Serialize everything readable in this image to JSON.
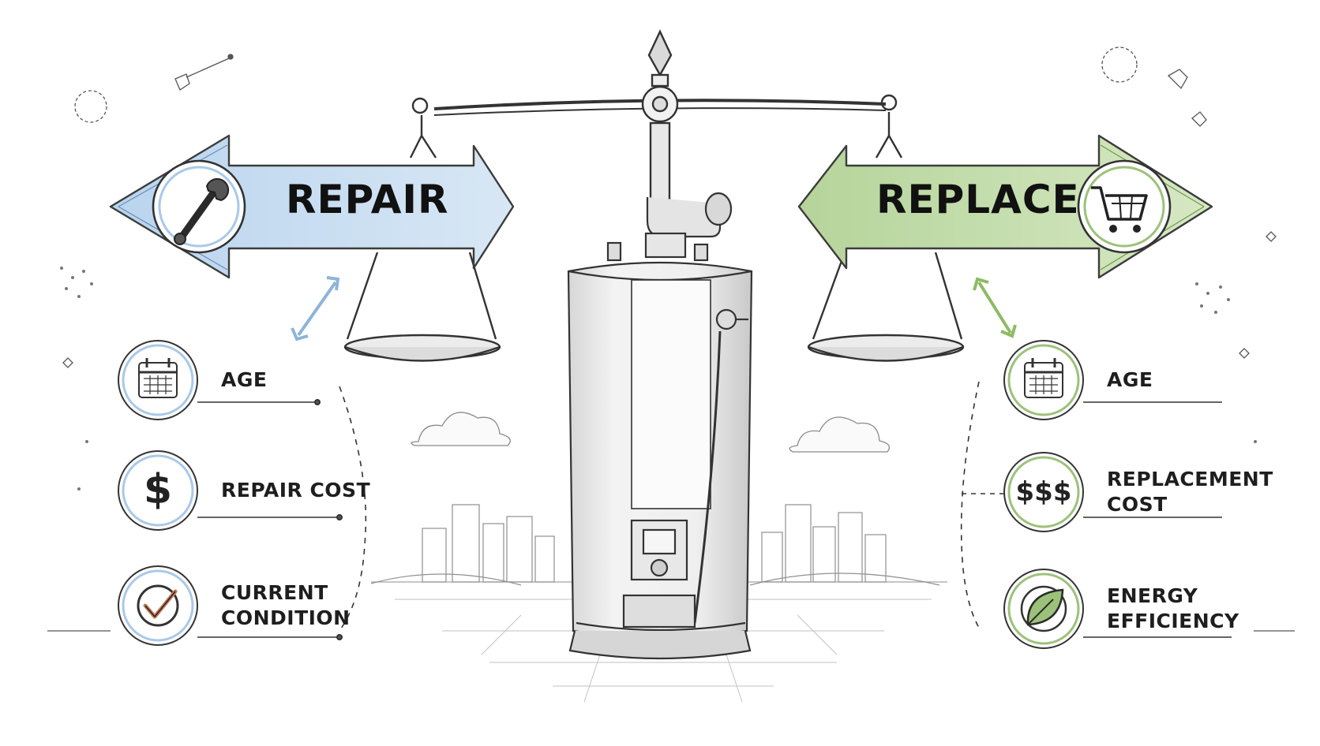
{
  "repair": {
    "title": "REPAIR",
    "accent": "#a9c9e8",
    "factors": [
      {
        "label": "AGE",
        "icon": "calendar-icon"
      },
      {
        "label": "REPAIR COST",
        "icon": "dollar-sign-icon"
      },
      {
        "label": "CURRENT CONDITION",
        "label_lines": [
          "CURRENT",
          "CONDITION"
        ],
        "icon": "checkmark-icon"
      }
    ],
    "header_icon": "wrench-icon"
  },
  "replace": {
    "title": "REPLACE",
    "accent": "#9cc27a",
    "factors": [
      {
        "label": "AGE",
        "icon": "calendar-icon"
      },
      {
        "label": "REPLACEMENT COST",
        "label_lines": [
          "REPLACEMENT",
          "COST"
        ],
        "icon": "triple-dollar-icon",
        "glyph": "$$$"
      },
      {
        "label": "ENERGY EFFICIENCY",
        "label_lines": [
          "ENERGY",
          "EFFICIENCY"
        ],
        "icon": "leaf-icon"
      }
    ],
    "header_icon": "shopping-cart-icon"
  },
  "center": {
    "illustration": "water-heater-icon",
    "balance": "balance-scale-icon"
  }
}
